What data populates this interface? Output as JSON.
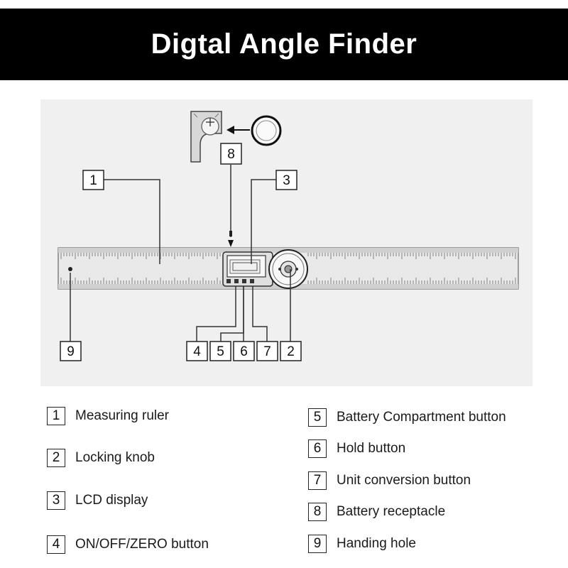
{
  "title": "Digtal Angle Finder",
  "callouts": [
    "1",
    "2",
    "3",
    "4",
    "5",
    "6",
    "7",
    "8",
    "9"
  ],
  "legend": [
    {
      "num": "1",
      "label": "Measuring ruler"
    },
    {
      "num": "2",
      "label": "Locking knob"
    },
    {
      "num": "3",
      "label": "LCD display"
    },
    {
      "num": "4",
      "label": "ON/OFF/ZERO button"
    },
    {
      "num": "5",
      "label": "Battery Compartment button"
    },
    {
      "num": "6",
      "label": "Hold button"
    },
    {
      "num": "7",
      "label": "Unit conversion button"
    },
    {
      "num": "8",
      "label": "Battery receptacle"
    },
    {
      "num": "9",
      "label": "Handing hole"
    }
  ]
}
